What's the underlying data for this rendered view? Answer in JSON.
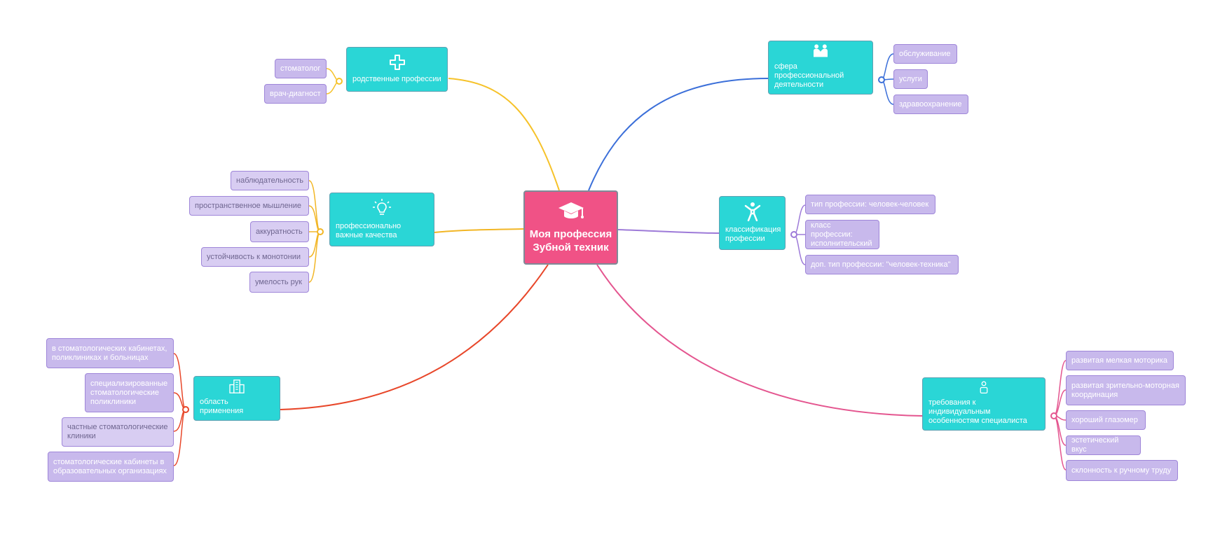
{
  "center": {
    "line1": "Моя профессия",
    "line2": "Зубной техник",
    "icon": "graduation-cap-icon"
  },
  "branches": {
    "related": {
      "label": "родственные профессии",
      "icon": "medical-cross-icon",
      "color": "#f6c229",
      "items": [
        "стоматолог",
        "врач-диагност"
      ]
    },
    "sphere": {
      "label": "сфера профессиональной деятельности",
      "icon": "handshake-people-icon",
      "color": "#3b6fd9",
      "items": [
        "обслуживание",
        "услуги",
        "здравоохранение"
      ]
    },
    "qualities": {
      "label": "профессионально важные качества",
      "icon": "lightbulb-icon",
      "color": "#f2b625",
      "items": [
        "наблюдательность",
        "пространственное мышление",
        "аккуратность",
        "устойчивость к монотонии",
        "умелость рук"
      ]
    },
    "classification": {
      "label": "классификация профессии",
      "icon": "person-stretch-icon",
      "color": "#9d7ad8",
      "items": [
        "тип профессии: человек-человек",
        "класс профессии: исполнительский",
        "доп. тип профессии: \"человек-техника\""
      ]
    },
    "application": {
      "label": "область применения",
      "icon": "buildings-icon",
      "color": "#e8472a",
      "items": [
        "в стоматологических кабинетах, поликлиниках и больницах",
        "специализированные стоматологические поликлиники",
        "частные стоматологические клиники",
        "стоматологические кабинеты в образовательных организациях"
      ]
    },
    "requirements": {
      "label": "требования к индивидуальным особенностям специалиста",
      "icon": "person-icon",
      "color": "#e4558f",
      "items": [
        "развитая мелкая моторика",
        "развитая зрительно-моторная координация",
        "хороший глазомер",
        "эстетический вкус",
        "склонность к ручному труду"
      ]
    }
  }
}
